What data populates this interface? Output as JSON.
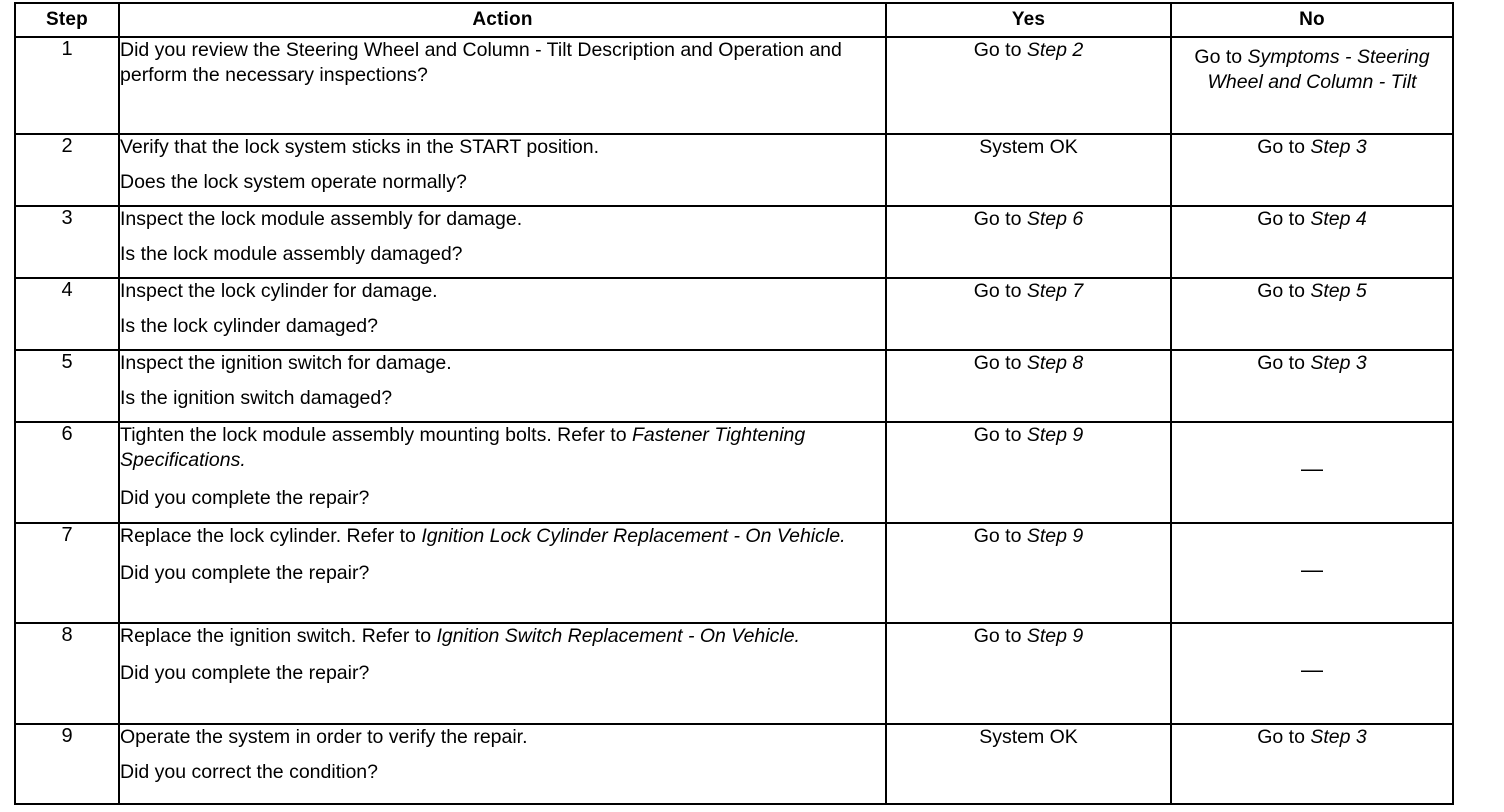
{
  "table": {
    "headers": {
      "step": "Step",
      "action": "Action",
      "yes": "Yes",
      "no": "No"
    },
    "rows": [
      {
        "step": "1",
        "action_lead_plain": "Did you review the Steering Wheel and Column - Tilt Description and Operation and perform the necessary inspections?",
        "action_lead": "Did you review the Steering Wheel and Column - Tilt Description and Operation and perform the necessary inspections?",
        "action_question": "",
        "yes": "Go to Step 2",
        "yes_plain": "Go to ",
        "yes_italic": "Step 2",
        "no_plain": "Go to ",
        "no_italic": "Symptoms - Steering Wheel and Column - Tilt",
        "no": "Go to Symptoms - Steering Wheel and Column - Tilt"
      },
      {
        "step": "2",
        "action_lead": "Verify that the lock system sticks in the START position.",
        "action_question": "Does the lock system operate normally?",
        "yes_plain": "System OK",
        "yes_italic": "",
        "no_plain": "Go to ",
        "no_italic": "Step 3"
      },
      {
        "step": "3",
        "action_lead": "Inspect the lock module assembly for damage.",
        "action_question": "Is the lock module assembly damaged?",
        "yes_plain": "Go to ",
        "yes_italic": "Step 6",
        "no_plain": "Go to ",
        "no_italic": "Step 4"
      },
      {
        "step": "4",
        "action_lead": "Inspect the lock cylinder for damage.",
        "action_question": "Is the lock cylinder damaged?",
        "yes_plain": "Go to ",
        "yes_italic": "Step 7",
        "no_plain": "Go to ",
        "no_italic": "Step 5"
      },
      {
        "step": "5",
        "action_lead": "Inspect the ignition switch for damage.",
        "action_question": "Is the ignition switch damaged?",
        "yes_plain": "Go to ",
        "yes_italic": "Step 8",
        "no_plain": "Go to ",
        "no_italic": "Step 3"
      },
      {
        "step": "6",
        "action_lead_plain": "Tighten the lock module assembly mounting bolts. Refer to ",
        "action_lead_italic": "Fastener Tightening Specifications.",
        "action_question": "Did you complete the repair?",
        "yes_plain": "Go to ",
        "yes_italic": "Step 9",
        "no_plain": "—",
        "no_italic": ""
      },
      {
        "step": "7",
        "action_lead_plain": "Replace the lock cylinder. Refer to ",
        "action_lead_italic": "Ignition Lock Cylinder Replacement - On Vehicle.",
        "action_question": "Did you complete the repair?",
        "yes_plain": "Go to ",
        "yes_italic": "Step 9",
        "no_plain": "—",
        "no_italic": ""
      },
      {
        "step": "8",
        "action_lead_plain": "Replace the ignition switch. Refer to ",
        "action_lead_italic": "Ignition Switch Replacement - On Vehicle.",
        "action_question": "Did you complete the repair?",
        "yes_plain": "Go to ",
        "yes_italic": "Step 9",
        "no_plain": "—",
        "no_italic": ""
      },
      {
        "step": "9",
        "action_lead": "Operate the system in order to verify the repair.",
        "action_question": "Did you correct the condition?",
        "yes_plain": "System OK",
        "yes_italic": "",
        "no_plain": "Go to ",
        "no_italic": "Step 3"
      }
    ]
  }
}
